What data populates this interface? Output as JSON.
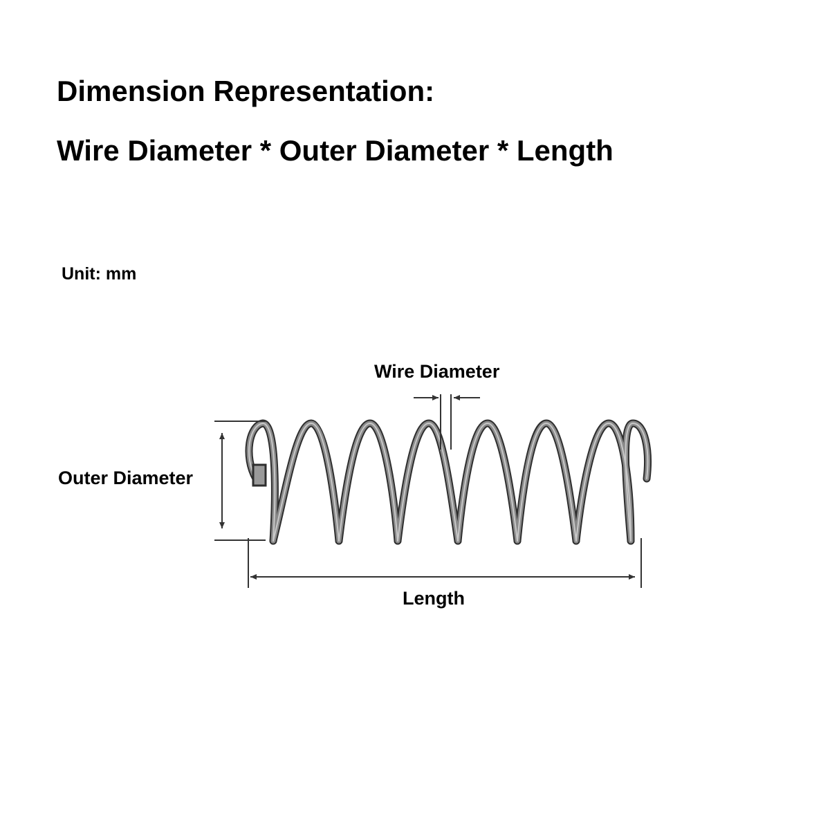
{
  "header": {
    "title_line1": "Dimension Representation:",
    "title_line2": "Wire Diameter * Outer Diameter * Length"
  },
  "unit": "Unit: mm",
  "diagram": {
    "wire_diameter_label": "Wire Diameter",
    "outer_diameter_label": "Outer Diameter",
    "length_label": "Length",
    "colors": {
      "spring_steel": "#5f5f5f",
      "dimension_line": "#333333",
      "background": "#ffffff"
    }
  }
}
